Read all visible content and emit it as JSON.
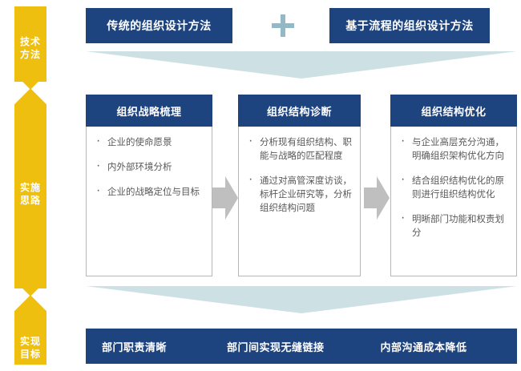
{
  "rail": {
    "color": "#EFBF10",
    "labels": [
      "技术\n方法",
      "实施\n思路",
      "实现\n目标"
    ],
    "label_0_line1": "技术",
    "label_0_line2": "方法",
    "label_1_line1": "实施",
    "label_1_line2": "思路",
    "label_2_line1": "实现",
    "label_2_line2": "目标"
  },
  "methods": {
    "boxes": [
      {
        "label": "传统的组织设计方法"
      },
      {
        "label": "基于流程的组织设计方法"
      }
    ],
    "operator": "plus-icon"
  },
  "steps": [
    {
      "title": "组织战略梳理",
      "bullets": [
        "企业的使命愿景",
        "内外部环境分析",
        "企业的战略定位与目标"
      ]
    },
    {
      "title": "组织结构诊断",
      "bullets": [
        "分析现有组织结构、职能与战略的匹配程度",
        "通过对高管深度访谈，标杆企业研究等，分析组织结构问题"
      ]
    },
    {
      "title": "组织结构优化",
      "bullets": [
        "与企业高层充分沟通，明确组织架构优化方向",
        "结合组织结构优化的原则进行组织结构优化",
        "明晰部门功能和权责划分"
      ]
    }
  ],
  "outcomes": [
    "部门职责清晰",
    "部门间实现无缝链接",
    "内部沟通成本降低"
  ],
  "colors": {
    "brand_blue": "#1E4480",
    "rail_yellow": "#EFBF10",
    "funnel_blue": "#CDE0E3",
    "plus_blue": "#93B8C6",
    "arrow_gray": "#BFBFBF",
    "body_text": "#595959",
    "card_border": "#B7B7B7"
  }
}
